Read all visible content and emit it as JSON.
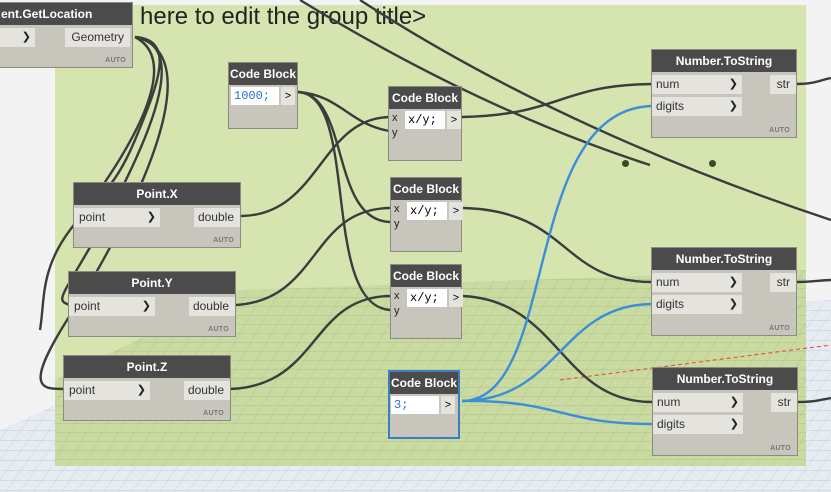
{
  "group": {
    "title": "here to edit the group title>"
  },
  "nodes": {
    "get_location": {
      "title": "ent.GetLocation",
      "output": "Geometry",
      "badge": "AUTO"
    },
    "point_x": {
      "title": "Point.X",
      "input": "point",
      "output": "double",
      "badge": "AUTO"
    },
    "point_y": {
      "title": "Point.Y",
      "input": "point",
      "output": "double",
      "badge": "AUTO"
    },
    "point_z": {
      "title": "Point.Z",
      "input": "point",
      "output": "double",
      "badge": "AUTO"
    },
    "code_1000": {
      "title": "Code Block",
      "code": "1000;",
      "out": ">"
    },
    "code_xy_1": {
      "title": "Code Block",
      "code": "x/y;",
      "in_x": "x",
      "in_y": "y",
      "out": ">"
    },
    "code_xy_2": {
      "title": "Code Block",
      "code": "x/y;",
      "in_x": "x",
      "in_y": "y",
      "out": ">"
    },
    "code_xy_3": {
      "title": "Code Block",
      "code": "x/y;",
      "in_x": "x",
      "in_y": "y",
      "out": ">"
    },
    "code_3": {
      "title": "Code Block",
      "code": "3;",
      "out": ">"
    },
    "tostring_1": {
      "title": "Number.ToString",
      "in_num": "num",
      "in_digits": "digits",
      "output": "str",
      "badge": "AUTO"
    },
    "tostring_2": {
      "title": "Number.ToString",
      "in_num": "num",
      "in_digits": "digits",
      "output": "str",
      "badge": "AUTO"
    },
    "tostring_3": {
      "title": "Number.ToString",
      "in_num": "num",
      "in_digits": "digits",
      "output": "str",
      "badge": "AUTO"
    }
  },
  "colors": {
    "group_bg": "#d6e4b0",
    "wire": "#3c3c3c",
    "wire_selected": "#3a8fd8",
    "node_header": "#4b4b4b",
    "node_body": "#c8c5bd",
    "code_number": "#2a6fc9"
  }
}
